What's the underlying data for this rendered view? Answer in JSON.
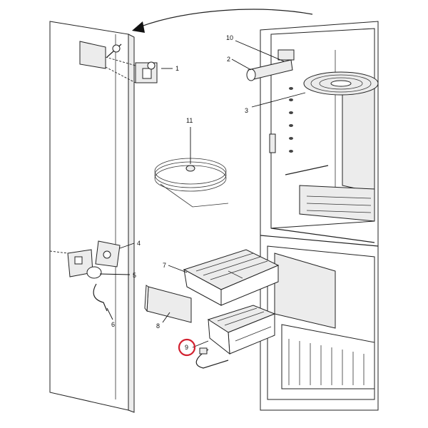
{
  "diagram": {
    "callouts": [
      {
        "id": "1",
        "text": "1"
      },
      {
        "id": "2",
        "text": "2"
      },
      {
        "id": "3",
        "text": "3"
      },
      {
        "id": "4",
        "text": "4"
      },
      {
        "id": "5",
        "text": "5"
      },
      {
        "id": "6",
        "text": "6"
      },
      {
        "id": "7",
        "text": "7"
      },
      {
        "id": "8",
        "text": "8"
      },
      {
        "id": "9",
        "text": "9"
      },
      {
        "id": "10",
        "text": "10"
      },
      {
        "id": "11",
        "text": "11"
      }
    ],
    "highlighted_callout": "9",
    "highlight_color": "#d2202f",
    "line_color": "#222222"
  }
}
